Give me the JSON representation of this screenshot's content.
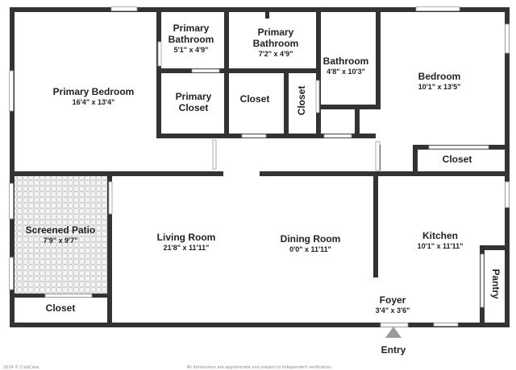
{
  "colors": {
    "wall": "#333333",
    "floor": "#ffffff",
    "patio_tile": "#e6e6e6",
    "text": "#222222"
  },
  "rooms": {
    "primary_bedroom": {
      "name": "Primary Bedroom",
      "dim": "16'4\" x 13'4\""
    },
    "primary_bathroom_1": {
      "name1": "Primary",
      "name2": "Bathroom",
      "dim": "5'1\" x 4'9\""
    },
    "primary_bathroom_2": {
      "name1": "Primary",
      "name2": "Bathroom",
      "dim": "7'2\" x 4'9\""
    },
    "bathroom": {
      "name": "Bathroom",
      "dim": "4'8\" x 10'3\""
    },
    "bedroom": {
      "name": "Bedroom",
      "dim": "10'1\" x 13'5\""
    },
    "primary_closet": {
      "name1": "Primary",
      "name2": "Closet"
    },
    "closet_center": {
      "name": "Closet"
    },
    "closet_vertical": {
      "name": "Closet"
    },
    "bedroom_closet": {
      "name": "Closet"
    },
    "screened_patio": {
      "name": "Screened Patio",
      "dim": "7'9\" x 9'7\""
    },
    "living_room": {
      "name": "Living Room",
      "dim": "21'8\" x 11'11\""
    },
    "dining_room": {
      "name": "Dining Room",
      "dim": "0'0\" x 11'11\""
    },
    "kitchen": {
      "name": "Kitchen",
      "dim": "10'1\" x 11'11\""
    },
    "pantry": {
      "name": "Pantry"
    },
    "patio_closet": {
      "name": "Closet"
    },
    "foyer": {
      "name": "Foyer",
      "dim": "3'4\" x 3'6\""
    }
  },
  "entry_label": "Entry",
  "footer": {
    "left": "2024 © CubiCasa",
    "center": "All dimensions are approximate and subject to independent verification."
  }
}
